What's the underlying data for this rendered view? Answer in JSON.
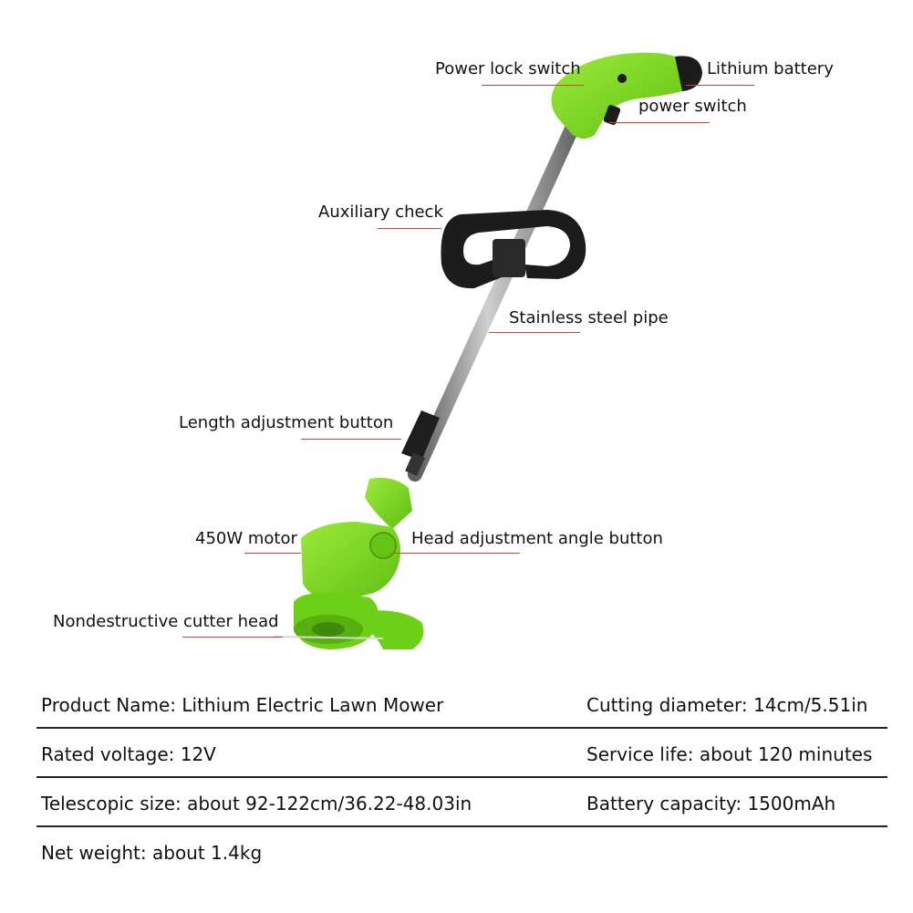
{
  "colors": {
    "body_green": "#7ddb1a",
    "dark_green": "#5bb012",
    "handle_black": "#1a1a1a",
    "leader_red": "#d0453e",
    "steel": "#9a9a9a"
  },
  "callouts": {
    "power_lock_switch": "Power lock switch",
    "lithium_battery": "Lithium battery",
    "power_switch": "power switch",
    "auxiliary_check": "Auxiliary check",
    "stainless_steel_pipe": "Stainless steel pipe",
    "length_adjustment_button": "Length adjustment button",
    "motor": "450W motor",
    "head_adjustment_angle_button": "Head adjustment angle button",
    "cutter_head": "Nondestructive cutter head"
  },
  "specs": [
    {
      "left": "Product Name: Lithium Electric Lawn Mower",
      "right": "Cutting diameter: 14cm/5.51in"
    },
    {
      "left": "Rated voltage: 12V",
      "right": "Service life: about 120 minutes"
    },
    {
      "left": "Telescopic size: about 92-122cm/36.22-48.03in",
      "right": "Battery capacity: 1500mAh"
    },
    {
      "left": "Net weight: about 1.4kg",
      "right": ""
    }
  ]
}
